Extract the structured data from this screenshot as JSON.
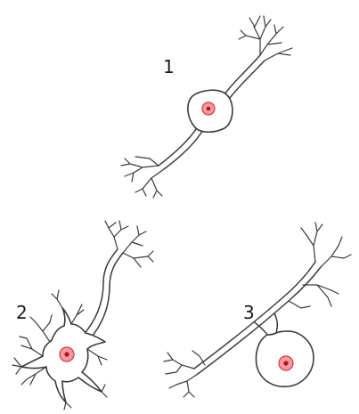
{
  "figure": {
    "labels": {
      "bipolar": "1",
      "multipolar": "2",
      "unipolar": "3"
    },
    "colors": {
      "membrane": "#3a3a3a",
      "nucleus_fill": "#f39aa2",
      "nucleolus": "#b3121b"
    }
  }
}
